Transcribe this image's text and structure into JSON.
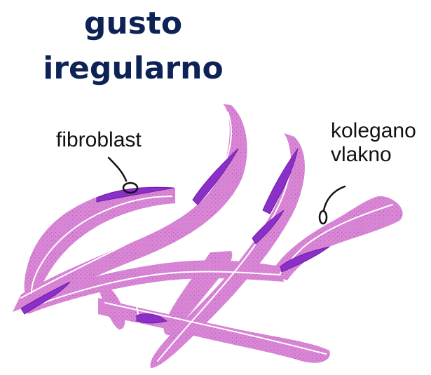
{
  "title": {
    "line1": "gusto",
    "line2": "iregularno"
  },
  "labels": {
    "fibroblast": "fibroblast",
    "collagen_line1": "kolegano",
    "collagen_line2": "vlakno"
  },
  "colors": {
    "title": "#0d2356",
    "fiber": "#d986d6",
    "fiber_dots": "#b65fb3",
    "fibroblast": "#8a2fc8",
    "fiber_line": "#ffffff",
    "pointer": "#111111"
  }
}
